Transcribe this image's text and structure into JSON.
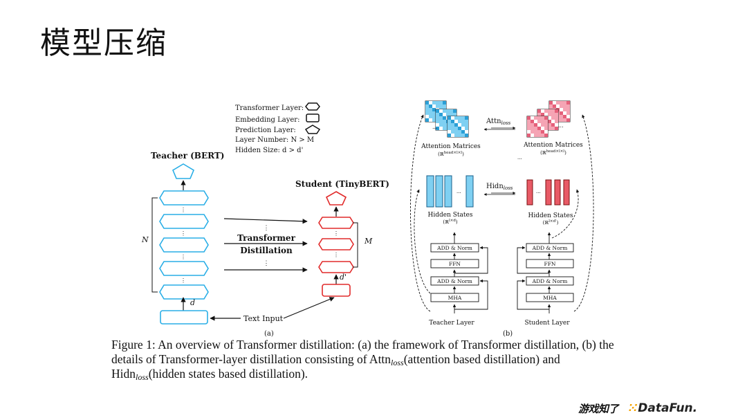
{
  "title": "模型压缩",
  "legend": {
    "transformer_layer": "Transformer Layer:",
    "embedding_layer": "Embedding Layer:",
    "prediction_layer": "Prediction Layer:",
    "layer_number": "Layer Number: N > M",
    "hidden_size": "Hidden Size: d > d'"
  },
  "panel_a": {
    "teacher_label": "Teacher (BERT)",
    "student_label": "Student (TinyBERT)",
    "n_label": "N",
    "m_label": "M",
    "d_label": "d",
    "d_prime_label": "d'",
    "distill_line1": "Transformer",
    "distill_line2": "Distillation",
    "text_input": "Text Input",
    "sub_label": "(a)"
  },
  "panel_b": {
    "attn_loss_base": "Attn",
    "hidn_loss_base": "Hidn",
    "loss_sub": "loss",
    "attention_matrices": "Attention Matrices",
    "attn_dim_left": "(ℝ",
    "attn_dim_sup": "head×l×l",
    "attn_dim_right": ")",
    "hidden_states": "Hidden States",
    "hid_dim_teacher": "(ℝ",
    "hid_dim_teacher_sup": "l×d",
    "hid_dim_student_sup": "l×d'",
    "add_norm": "ADD & Norm",
    "ffn": "FFN",
    "mha": "MHA",
    "teacher_layer": "Teacher Layer",
    "student_layer": "Student Layer",
    "ellipsis": "...",
    "sub_label": "(b)"
  },
  "caption": {
    "part1": "Figure 1: An overview of Transformer distillation: (a) the framework of Transformer distillation, (b) the details of Transformer-layer distillation consisting of Attn",
    "sub1": "loss",
    "part2": "(attention based distillation) and Hidn",
    "sub2": "loss",
    "part3": "(hidden states based distillation)."
  },
  "logos": {
    "logo1": "游戏知了",
    "logo2_prefix": "Data",
    "logo2_suffix": "Fun."
  },
  "colors": {
    "teacher_blue": "#29aee6",
    "student_red": "#e12a2a",
    "cell_blue": "#7fd0f2",
    "cell_pink": "#f5a4b4",
    "text": "#111111"
  }
}
